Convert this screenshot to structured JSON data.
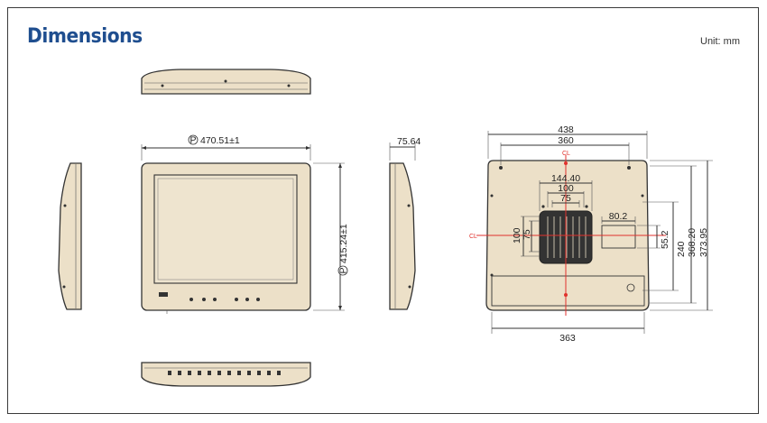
{
  "header": {
    "title": "Dimensions",
    "unit": "Unit: mm"
  },
  "front_view": {
    "width_dim": "470.51±1",
    "height_dim": "415.24±1",
    "callout": "P"
  },
  "side_view": {
    "depth_dim": "75.64"
  },
  "rear_view": {
    "top_outer": "438",
    "top_inner": "360",
    "center_mark": "CL",
    "vesa_outer": "144.40",
    "vesa_100": "100",
    "vesa_75": "75",
    "left_100": "100",
    "left_75": "75",
    "port_width": "80.2",
    "port_height": "55.2",
    "right_240": "240",
    "right_36820": "368.20",
    "right_37395": "373.95",
    "bottom": "363"
  },
  "colors": {
    "title": "#1f4e8f",
    "body": "#ece0c8",
    "centerline": "#e0312c"
  }
}
